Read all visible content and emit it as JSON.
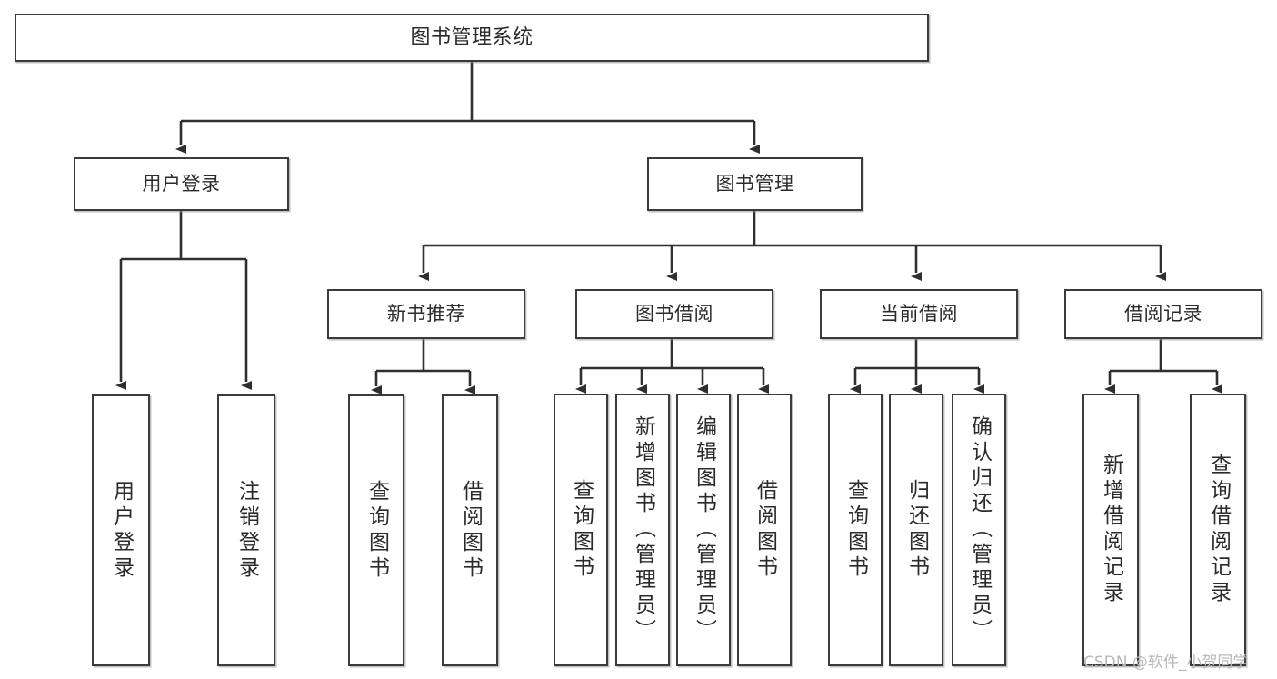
{
  "diagram": {
    "title": "图书管理系统",
    "type": "tree-hierarchy",
    "watermark": "CSDN @软件_小贺同学",
    "colors": {
      "border": "#3b3b3b",
      "text": "#2b2b2b",
      "background": "#ffffff",
      "edge": "#2f2f2f",
      "watermark": "#b9b9b9"
    },
    "nodes": {
      "root": {
        "label": "图书管理系统"
      },
      "level1": [
        {
          "id": "user-login",
          "label": "用户登录"
        },
        {
          "id": "book-manage",
          "label": "图书管理"
        }
      ],
      "level2": [
        {
          "id": "new-book-rec",
          "label": "新书推荐"
        },
        {
          "id": "book-borrow",
          "label": "图书借阅"
        },
        {
          "id": "current-borrow",
          "label": "当前借阅"
        },
        {
          "id": "borrow-record",
          "label": "借阅记录"
        }
      ],
      "leaves": {
        "user_login": [
          {
            "id": "leaf-user-login",
            "label": "用户登录"
          },
          {
            "id": "leaf-logout",
            "label": "注销登录"
          }
        ],
        "new_book_rec": [
          {
            "id": "leaf-query-book-1",
            "label": "查询图书"
          },
          {
            "id": "leaf-borrow-book-1",
            "label": "借阅图书"
          }
        ],
        "book_borrow": [
          {
            "id": "leaf-query-book-2",
            "label": "查询图书"
          },
          {
            "id": "leaf-add-book",
            "label": "新增图书（管理员）"
          },
          {
            "id": "leaf-edit-book",
            "label": "编辑图书（管理员）"
          },
          {
            "id": "leaf-borrow-book-2",
            "label": "借阅图书"
          }
        ],
        "current_borrow": [
          {
            "id": "leaf-query-book-3",
            "label": "查询图书"
          },
          {
            "id": "leaf-return-book",
            "label": "归还图书"
          },
          {
            "id": "leaf-confirm-return",
            "label": "确认归还（管理员）"
          }
        ],
        "borrow_record": [
          {
            "id": "leaf-add-record",
            "label": "新增借阅记录"
          },
          {
            "id": "leaf-query-record",
            "label": "查询借阅记录"
          }
        ]
      }
    }
  }
}
